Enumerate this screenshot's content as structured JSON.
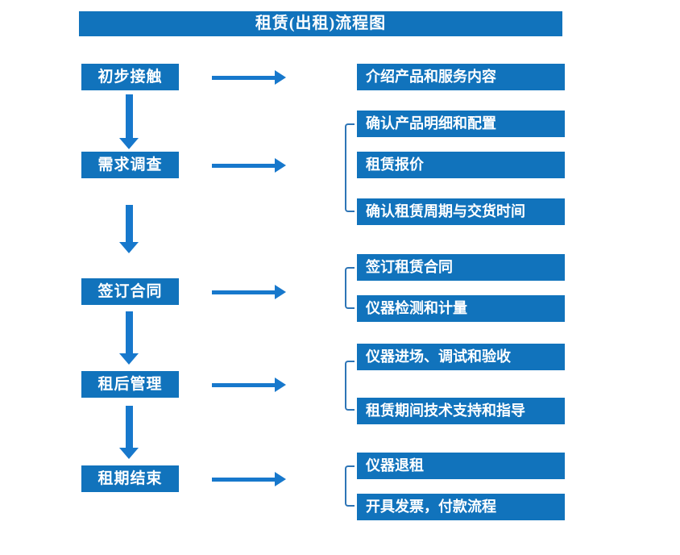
{
  "title": "租赁(出租)流程图",
  "colors": {
    "box": "#1173BC",
    "arrow": "#1778CC",
    "bracket": "#2E75B6",
    "text": "#FFFFFF",
    "background": "#FFFFFF"
  },
  "flow": {
    "stages": [
      {
        "label": "初步接触",
        "outputs": [
          "介绍产品和服务内容"
        ]
      },
      {
        "label": "需求调查",
        "outputs": [
          "确认产品明细和配置",
          "租赁报价",
          "确认租赁周期与交货时间"
        ]
      },
      {
        "label": "签订合同",
        "outputs": [
          "签订租赁合同",
          "仪器检测和计量"
        ]
      },
      {
        "label": "租后管理",
        "outputs": [
          "仪器进场、调试和验收",
          "租赁期间技术支持和指导"
        ]
      },
      {
        "label": "租期结束",
        "outputs": [
          "仪器退租",
          "开具发票，付款流程"
        ]
      }
    ]
  }
}
